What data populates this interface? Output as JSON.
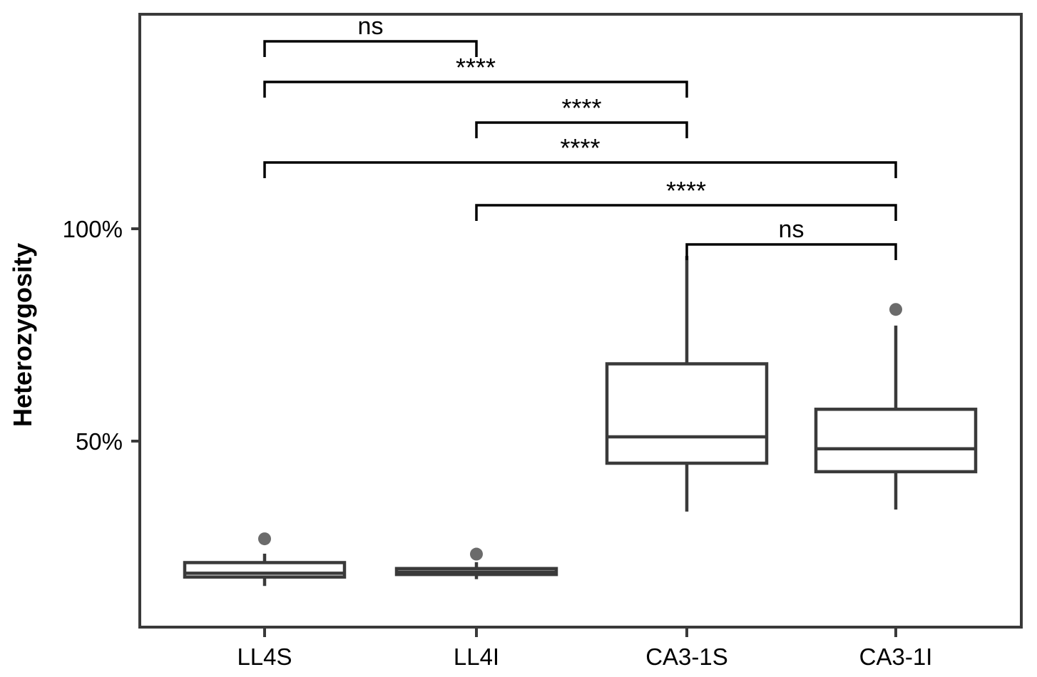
{
  "chart_data": {
    "type": "boxplot",
    "title": "",
    "xlabel": "",
    "ylabel": "Heterozygosity",
    "categories": [
      "LL4S",
      "LL4I",
      "CA3-1S",
      "CA3-1I"
    ],
    "y_tick_labels": [
      "100%",
      "50%"
    ],
    "y_tick_values": [
      100,
      50
    ],
    "ylim": [
      0,
      160
    ],
    "grid": false,
    "legend": "none",
    "box_fill_color": "#ffffff",
    "box_stroke_color": "#3a3a3a",
    "outlier_color": "#6b6b6b",
    "panel_border_color": "#3a3a3a",
    "boxes": [
      {
        "category": "LL4S",
        "whisker_low": 15.9,
        "q1": 18.0,
        "median": 18.9,
        "q3": 21.4,
        "whisker_high": 23.5,
        "outliers": [
          27.0
        ]
      },
      {
        "category": "LL4I",
        "whisker_low": 17.5,
        "q1": 18.6,
        "median": 19.2,
        "q3": 20.0,
        "whisker_high": 21.5,
        "outliers": [
          23.4
        ]
      },
      {
        "category": "CA3-1S",
        "whisker_low": 33.4,
        "q1": 44.8,
        "median": 51.0,
        "q3": 68.2,
        "whisker_high": 93.6,
        "outliers": []
      },
      {
        "category": "CA3-1I",
        "whisker_low": 33.9,
        "q1": 42.8,
        "median": 48.2,
        "q3": 57.5,
        "whisker_high": 77.2,
        "outliers": [
          81.0
        ]
      }
    ],
    "significance_brackets": [
      {
        "group_a": "LL4S",
        "group_b": "LL4I",
        "label": "ns",
        "level": 1
      },
      {
        "group_a": "LL4S",
        "group_b": "CA3-1S",
        "label": "****",
        "level": 2
      },
      {
        "group_a": "LL4I",
        "group_b": "CA3-1S",
        "label": "****",
        "level": 3
      },
      {
        "group_a": "LL4S",
        "group_b": "CA3-1I",
        "label": "****",
        "level": 4
      },
      {
        "group_a": "LL4I",
        "group_b": "CA3-1I",
        "label": "****",
        "level": 5
      },
      {
        "group_a": "CA3-1S",
        "group_b": "CA3-1I",
        "label": "ns",
        "level": 6
      }
    ]
  }
}
